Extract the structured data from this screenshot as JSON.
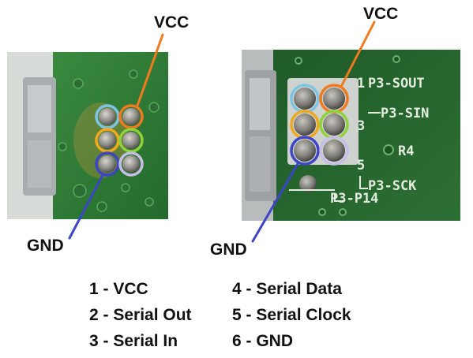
{
  "labels": {
    "left_vcc": "VCC",
    "left_gnd": "GND",
    "right_vcc": "VCC",
    "right_gnd": "GND"
  },
  "silkscreen": {
    "sout": "P3-SOUT",
    "sin": "P3-SIN",
    "sck": "P3-SCK",
    "p14": "P3-P14",
    "r4": "R4",
    "pin1": "1",
    "pin3": "3",
    "pin5": "5"
  },
  "legend": [
    "1 - VCC",
    "2 - Serial Out",
    "3 - Serial In",
    "4 - Serial Data",
    "5 - Serial Clock",
    "6 - GND"
  ],
  "colors": {
    "vcc_pin": "#f07a1e",
    "serial_out_pin": "#7cc3e6",
    "serial_in_pin": "#f0a81e",
    "serial_data_pin": "#8fd23a",
    "serial_clock_pin": "#c8bee8",
    "gnd_pin": "#3b45c6",
    "vcc_line": "#f07a1e",
    "gnd_line": "#3b45c6",
    "pcb_green": "#2f7a36"
  }
}
